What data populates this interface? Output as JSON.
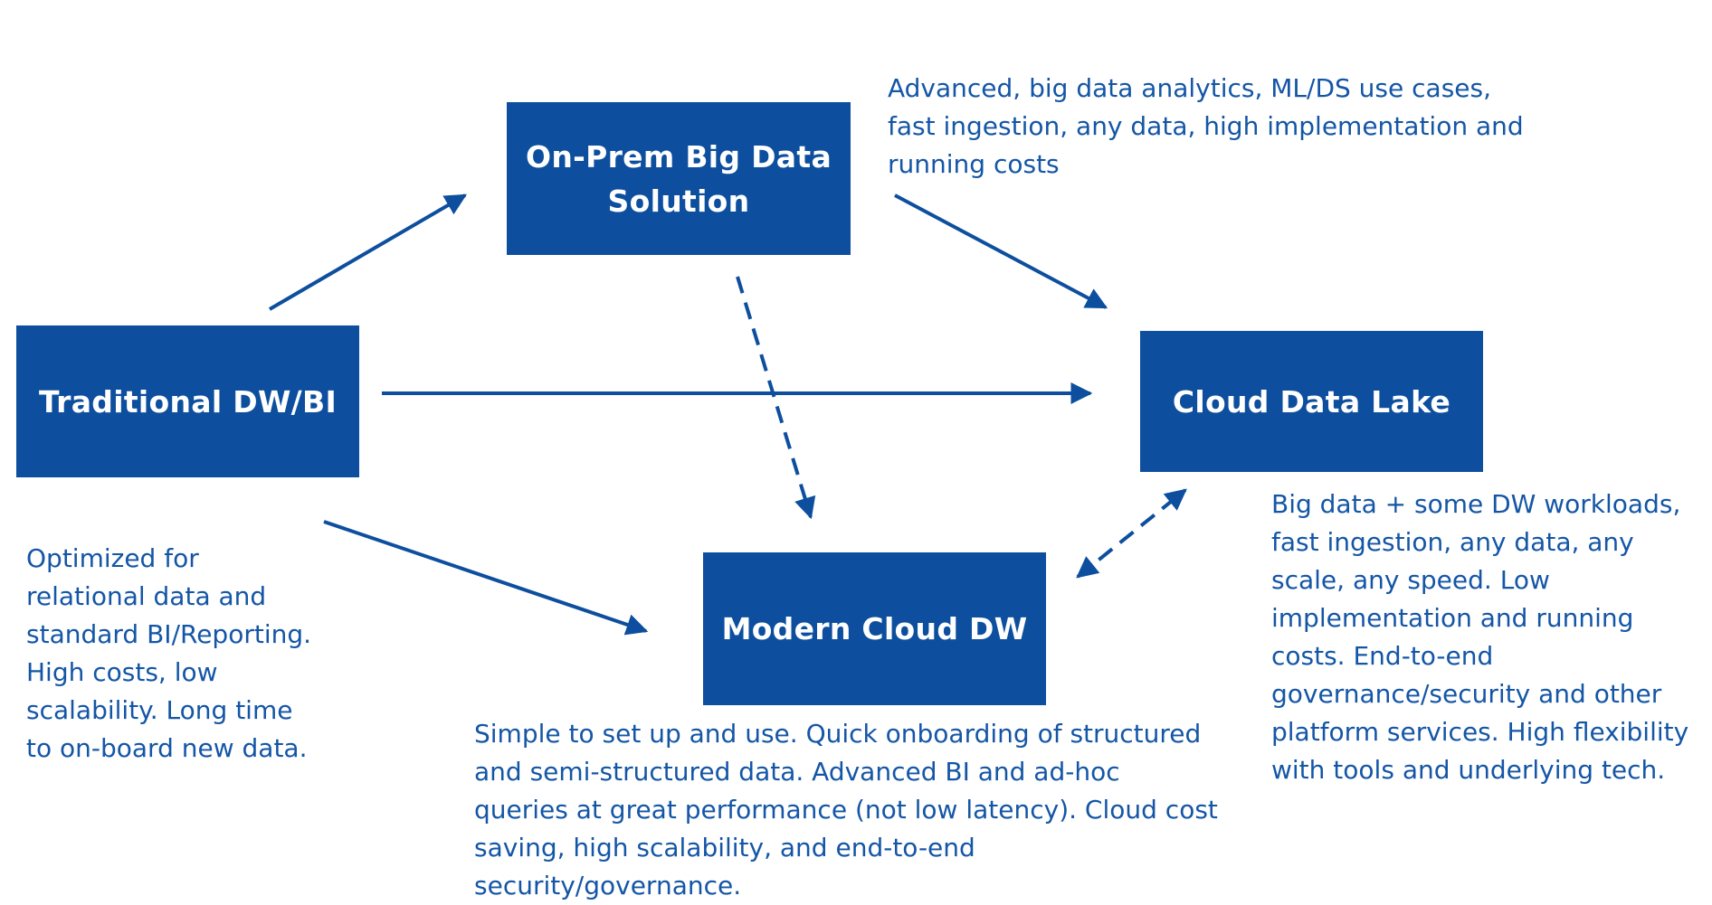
{
  "colors": {
    "box_fill": "#0d4f9e",
    "box_text": "#ffffff",
    "arrow": "#0d4f9e",
    "description_text": "#1456a6"
  },
  "nodes": {
    "traditional": {
      "label": "Traditional DW/BI"
    },
    "onprem": {
      "label": "On-Prem Big Data Solution"
    },
    "cloud_lake": {
      "label": "Cloud Data Lake"
    },
    "cloud_dw": {
      "label": "Modern Cloud DW"
    }
  },
  "descriptions": {
    "traditional": "Optimized for relational data and standard BI/Reporting. High costs, low scalability. Long time to on-board new data.",
    "onprem": "Advanced, big data analytics, ML/DS use cases, fast ingestion, any data, high implementation and running costs",
    "cloud_lake": "Big data + some DW workloads, fast ingestion, any data, any scale, any speed. Low implementation and running costs. End-to-end governance/security and other platform services. High flexibility with tools and underlying tech.",
    "cloud_dw": "Simple to set up and use. Quick onboarding of structured and semi-structured data. Advanced BI and ad-hoc queries at great performance (not low latency). Cloud cost saving, high scalability, and end-to-end security/governance."
  },
  "edges": [
    {
      "from": "traditional",
      "to": "onprem",
      "style": "solid"
    },
    {
      "from": "traditional",
      "to": "cloud_lake",
      "style": "solid"
    },
    {
      "from": "traditional",
      "to": "cloud_dw",
      "style": "solid"
    },
    {
      "from": "onprem",
      "to": "cloud_lake",
      "style": "solid"
    },
    {
      "from": "onprem",
      "to": "cloud_dw",
      "style": "dashed"
    },
    {
      "from": "cloud_dw",
      "to": "cloud_lake",
      "style": "dashed",
      "bidirectional": true
    }
  ]
}
